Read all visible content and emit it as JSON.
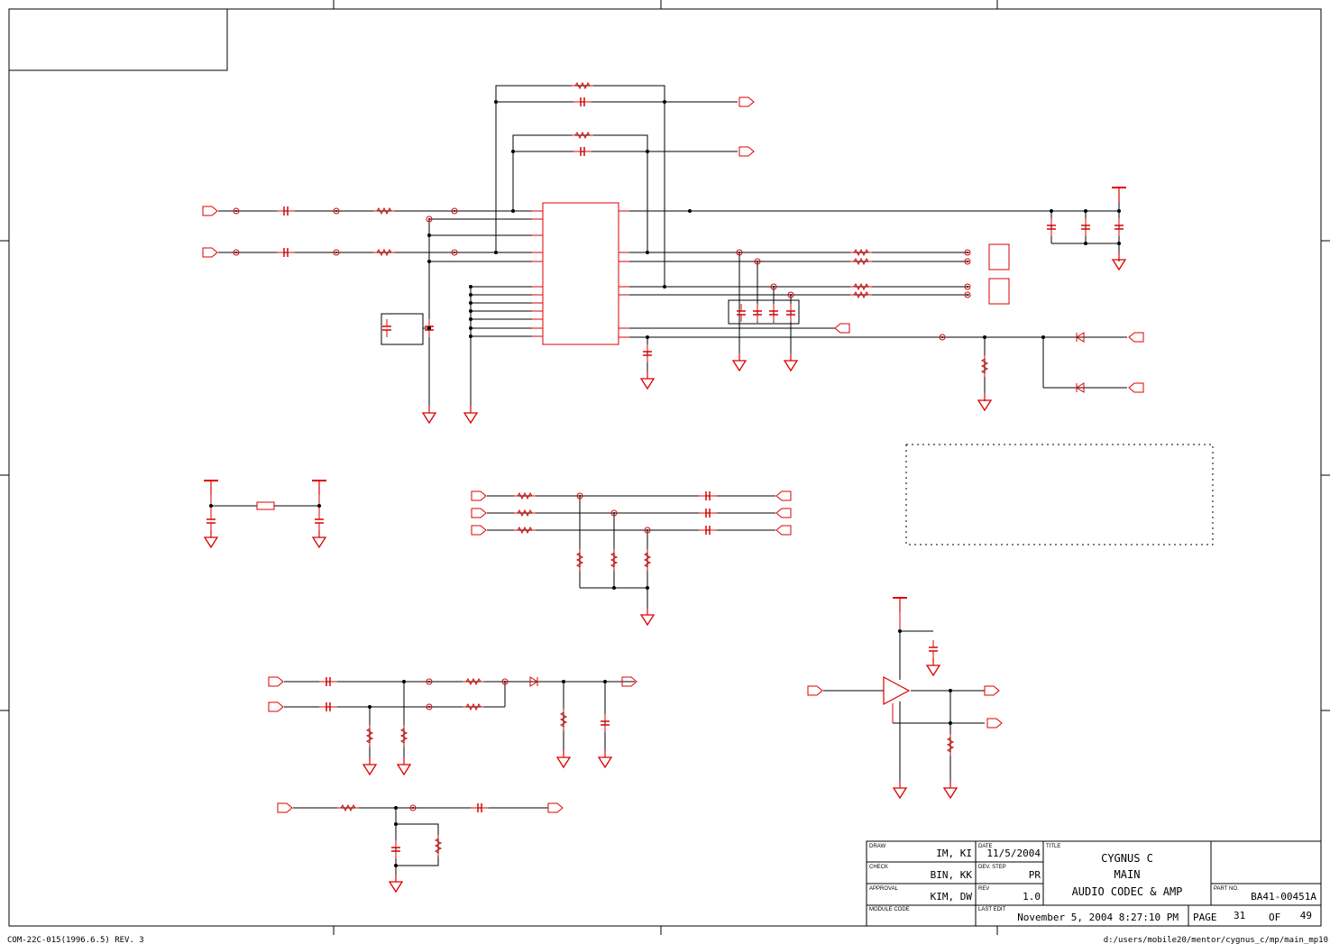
{
  "colors": {
    "wire": "#000000",
    "component": "#dd0000",
    "background": "#ffffff"
  },
  "title_block": {
    "draw_label": "DRAW",
    "draw_value": "IM, KI",
    "date_label": "DATE",
    "date_value": "11/5/2004",
    "title_label": "TITLE",
    "title_line1": "CYGNUS C",
    "title_line2": "MAIN",
    "title_line3": "AUDIO CODEC & AMP",
    "check_label": "CHECK",
    "check_value": "BIN, KK",
    "dev_step_label": "DEV. STEP",
    "dev_step_value": "PR",
    "approval_label": "APPROVAL",
    "approval_value": "KIM, DW",
    "rev_label": "REV",
    "rev_value": "1.0",
    "part_no_label": "PART NO.",
    "part_no_value": "BA41-00451A",
    "module_code_label": "MODULE CODE",
    "last_edit_label": "LAST EDIT",
    "last_edit_value": "November 5, 2004  8:27:10 PM",
    "page_label": "PAGE",
    "page_value": "31",
    "of_label": "OF",
    "total_pages": "49"
  },
  "footer": {
    "form_code": "COM-22C-015(1996.6.5) REV. 3",
    "file_path": "d:/users/mobile20/mentor/cygnus_c/mp/main_mp10"
  }
}
